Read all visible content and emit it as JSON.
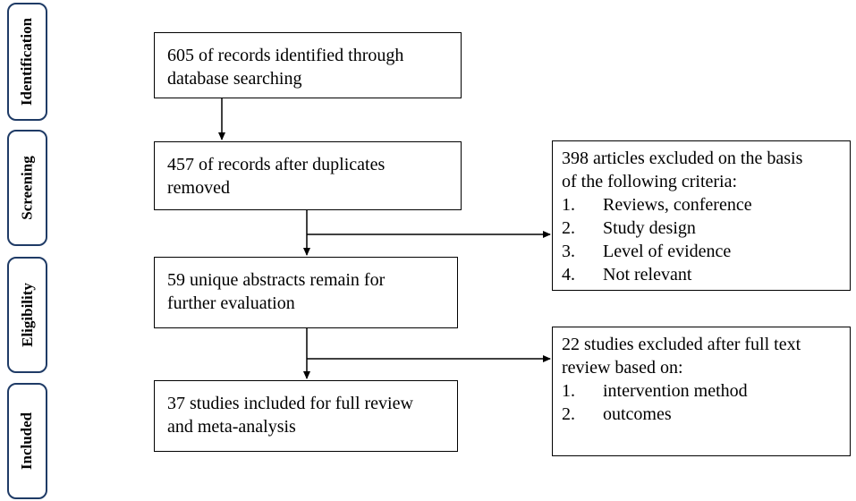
{
  "stages": [
    "Identification",
    "Screening",
    "Eligibility",
    "Included"
  ],
  "boxes": {
    "identified": [
      "605 of records identified through",
      "database searching"
    ],
    "screened": [
      "457 of records after duplicates",
      "removed"
    ],
    "abstracts": [
      "59 unique abstracts remain for",
      "further evaluation"
    ],
    "included": [
      "37 studies included for full review",
      "and meta-analysis"
    ]
  },
  "exclusions": {
    "first": {
      "header": [
        "398 articles excluded on the basis",
        "of the following criteria:"
      ],
      "items": [
        {
          "num": "1.",
          "text": "Reviews, conference"
        },
        {
          "num": "2.",
          "text": "Study design"
        },
        {
          "num": "3.",
          "text": "Level of evidence"
        },
        {
          "num": "4.",
          "text": "Not relevant"
        }
      ]
    },
    "second": {
      "header": [
        "22 studies excluded after full text",
        "review based on:"
      ],
      "items": [
        {
          "num": "1.",
          "text": "intervention method"
        },
        {
          "num": "2.",
          "text": "outcomes"
        }
      ]
    }
  }
}
